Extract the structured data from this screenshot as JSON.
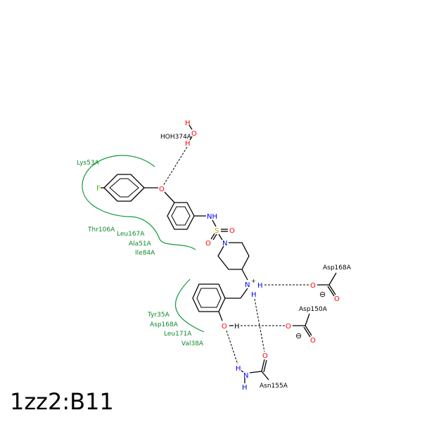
{
  "colors": {
    "oxygen": "#ff0000",
    "nitrogen": "#0000ff",
    "fluorine": "#33cc00",
    "sulfur": "#c8a000",
    "residue": "#0d8a2c",
    "contact_arc": "#0d9b3a",
    "bond": "#000000"
  },
  "structure_id": "1zz2:B11",
  "water": {
    "label": "HOH374A",
    "O": "O",
    "H1": "H",
    "H2": "H"
  },
  "atoms": {
    "F": "F",
    "O_ether": "O",
    "NH_sulfonamide": "NH",
    "S": "S",
    "O_s1": "O",
    "O_s2": "O",
    "N_pip": "N",
    "N_amine": "N",
    "N_charge": "+",
    "H_amine": "H",
    "O_phenol": "O",
    "H_phenol": "H"
  },
  "residues": {
    "asp168a_top": {
      "label": "Asp168A",
      "O1": "O",
      "O2": "O",
      "charge": "⊖"
    },
    "asp150a": {
      "label": "Asp150A",
      "O1": "O",
      "O2": "O",
      "charge": "⊖"
    },
    "asn155a": {
      "label": "Asn155A",
      "O": "O",
      "N": "N",
      "H1": "H",
      "H2": "H"
    }
  },
  "hydrophobic_contacts": {
    "group1": [
      "Lys53A"
    ],
    "group2": [
      "Thr106A",
      "Leu167A",
      "Ala51A",
      "Ile84A"
    ],
    "group3": [
      "Tyr35A",
      "Asp168A",
      "Leu171A",
      "Val38A"
    ]
  }
}
